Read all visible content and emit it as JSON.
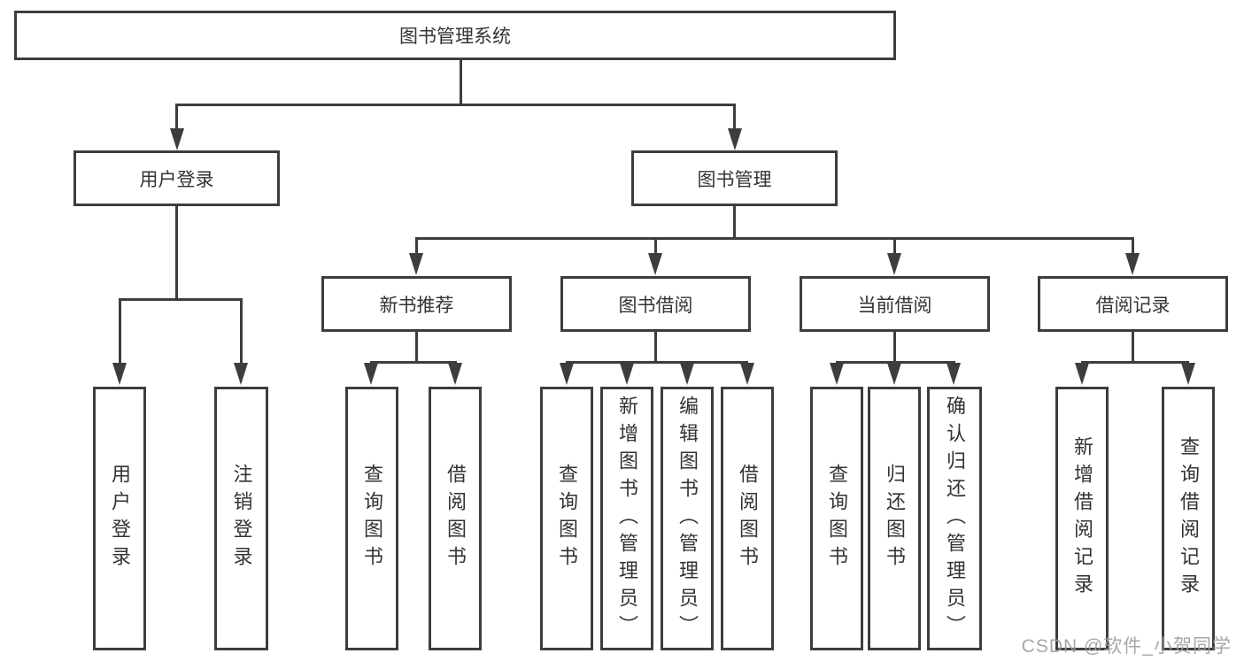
{
  "colors": {
    "line": "#3d3d3d",
    "text": "#333333",
    "box_background": "#ffffff",
    "watermark": "#9e9e9e"
  },
  "tree": {
    "root": {
      "label": "图书管理系统"
    },
    "user_login": {
      "label": "用户登录",
      "children": [
        {
          "label": "用户登录"
        },
        {
          "label": "注销登录"
        }
      ]
    },
    "book_management": {
      "label": "图书管理",
      "sections": {
        "new_book_recommend": {
          "label": "新书推荐",
          "children": [
            {
              "label": "查询图书"
            },
            {
              "label": "借阅图书"
            }
          ]
        },
        "book_borrow": {
          "label": "图书借阅",
          "children": [
            {
              "label": "查询图书"
            },
            {
              "label": "新增图书（管理员）"
            },
            {
              "label": "编辑图书（管理员）"
            },
            {
              "label": "借阅图书"
            }
          ]
        },
        "current_borrow": {
          "label": "当前借阅",
          "children": [
            {
              "label": "查询图书"
            },
            {
              "label": "归还图书"
            },
            {
              "label": "确认归还（管理员）"
            }
          ]
        },
        "borrow_records": {
          "label": "借阅记录",
          "children": [
            {
              "label": "新增借阅记录"
            },
            {
              "label": "查询借阅记录"
            }
          ]
        }
      }
    }
  },
  "watermark": {
    "text": "CSDN @软件_小贺同学"
  }
}
